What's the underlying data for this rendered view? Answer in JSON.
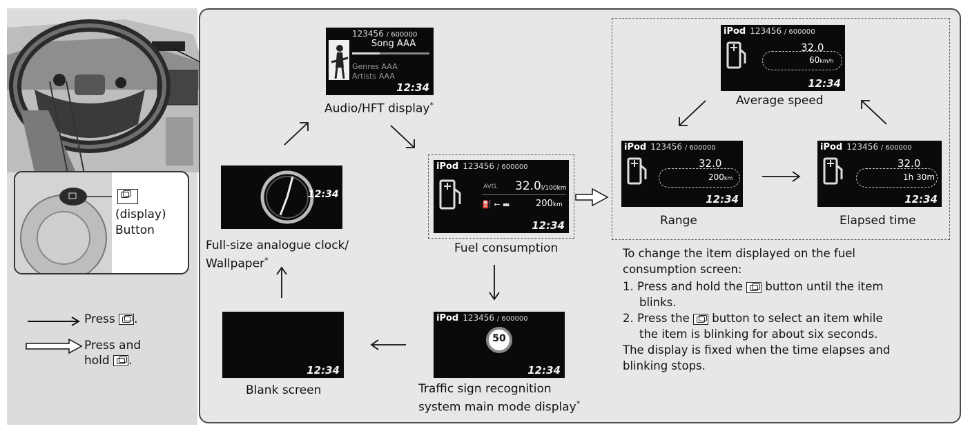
{
  "button_label": {
    "line1": "(display)",
    "line2": "Button"
  },
  "legend": {
    "press": "Press",
    "press_hold_1": "Press and",
    "press_hold_2": "hold"
  },
  "screens": {
    "audio": {
      "label": "Audio/HFT display",
      "track": "123456",
      "total": "/ 600000",
      "song": "Song AAA",
      "genres": "Genres AAA",
      "artists": "Artists AAA",
      "time": "12:34"
    },
    "fuel": {
      "label": "Fuel consumption",
      "source": "iPod",
      "track": "123456",
      "total": "/ 600000",
      "avg": "AVG.",
      "consumption": "32.0",
      "consumption_unit": "l/100km",
      "range": "200",
      "range_unit": "km",
      "time": "12:34"
    },
    "avg_speed": {
      "label": "Average speed",
      "source": "iPod",
      "track": "123456",
      "total": "/ 600000",
      "consumption": "32.0",
      "speed": "60",
      "speed_unit": "km/h",
      "time": "12:34"
    },
    "range": {
      "label": "Range",
      "source": "iPod",
      "track": "123456",
      "total": "/ 600000",
      "consumption": "32.0",
      "range": "200",
      "range_unit": "km",
      "time": "12:34"
    },
    "elapsed": {
      "label": "Elapsed time",
      "source": "iPod",
      "track": "123456",
      "total": "/ 600000",
      "consumption": "32.0",
      "elapsed": "1h 30m",
      "time": "12:34"
    },
    "clock": {
      "label_1": "Full-size analogue clock/",
      "label_2": "Wallpaper",
      "time": "12:34"
    },
    "blank": {
      "label": "Blank screen",
      "time": "12:34"
    },
    "traffic": {
      "label_1": "Traffic sign recognition",
      "label_2": "system main mode display",
      "source": "iPod",
      "track": "123456",
      "total": "/ 600000",
      "speed_limit": "50",
      "time": "12:34"
    }
  },
  "instructions": {
    "intro_1": "To change the item displayed on the fuel",
    "intro_2": "consumption screen:",
    "step1_a": "1.  Press and hold the",
    "step1_b": "button until the item",
    "step1_c": "blinks.",
    "step2_a": "2.  Press the",
    "step2_b": "button to select an item while",
    "step2_c": "the item is blinking for about six seconds.",
    "outro_1": "The display is fixed when the time elapses and",
    "outro_2": "blinking stops."
  },
  "footnote_marker": "*"
}
